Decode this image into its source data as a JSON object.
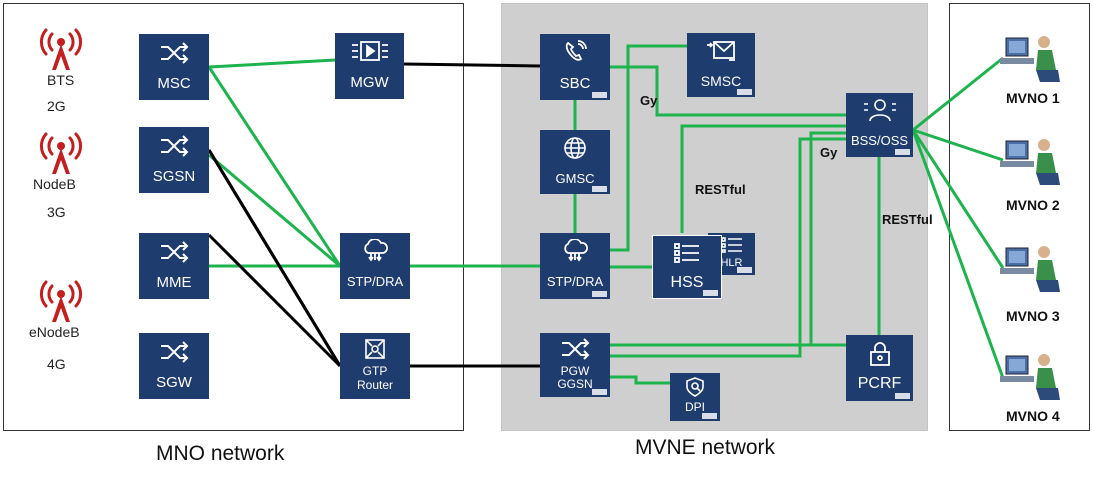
{
  "regions": {
    "mno": "MNO network",
    "mvne": "MVNE network"
  },
  "radios": [
    {
      "label": "BTS",
      "gen": "2G"
    },
    {
      "label": "NodeB",
      "gen": "3G"
    },
    {
      "label": "eNodeB",
      "gen": "4G"
    }
  ],
  "nodes": {
    "msc": "MSC",
    "sgsn": "SGSN",
    "mme": "MME",
    "sgw": "SGW",
    "mgw": "MGW",
    "stp_mno": "STP/DRA",
    "gtp": [
      "GTP",
      "Router"
    ],
    "sbc": "SBC",
    "gmsc": "GMSC",
    "stp_mvne": "STP/DRA",
    "pgw": [
      "PGW",
      "GGSN"
    ],
    "dpi": "DPI",
    "smsc": "SMSC",
    "hss": "HSS",
    "hlr": "HLR",
    "bss": "BSS/OSS",
    "pcrf": "PCRF"
  },
  "edge_labels": {
    "gy1": "Gy",
    "gy2": "Gy",
    "restful1": "RESTful",
    "restful2": "RESTful"
  },
  "mvnos": [
    "MVNO 1",
    "MVNO 2",
    "MVNO 3",
    "MVNO 4"
  ],
  "colors": {
    "node_fill": "#1f3c6e",
    "green_link": "#1db34d",
    "black_link": "#000000",
    "mvne_bg": "#cfcfcf",
    "antenna": "#c41e1e"
  }
}
